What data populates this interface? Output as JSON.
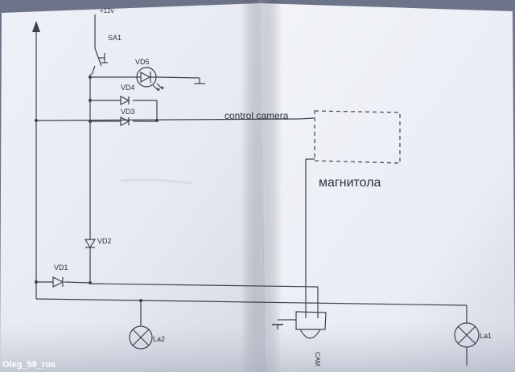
{
  "labels": {
    "supply": "+12v",
    "switch": "SA1",
    "led": "VD5",
    "diode_vd4": "VD4",
    "diode_vd3": "VD3",
    "diode_vd2": "VD2",
    "diode_vd1": "VD1",
    "control": "control camera",
    "headunit": "магнитола",
    "lamp_left": "La2",
    "lamp_right": "La1",
    "camera": "CAM"
  },
  "watermark": "Oleg_59_rus"
}
